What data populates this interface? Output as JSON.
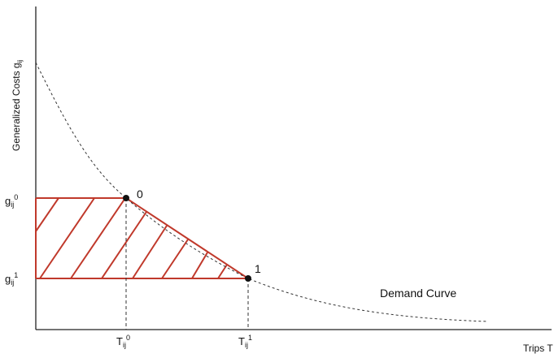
{
  "axes": {
    "y_label": "Generalized Costs g",
    "y_label_sub": "ij",
    "x_label": "Trips T"
  },
  "ticks": {
    "g0": {
      "main": "g",
      "sub": "ij",
      "sup": "0"
    },
    "g1": {
      "main": "g",
      "sub": "ij",
      "sup": "1"
    },
    "t0": {
      "main": "T",
      "sub": "ij",
      "sup": "0"
    },
    "t1": {
      "main": "T",
      "sub": "ij",
      "sup": "1"
    }
  },
  "points": {
    "p0": "0",
    "p1": "1"
  },
  "curve_label": "Demand Curve",
  "colors": {
    "hatch": "#c0392b",
    "axis": "#222222",
    "curve": "#333333"
  }
}
